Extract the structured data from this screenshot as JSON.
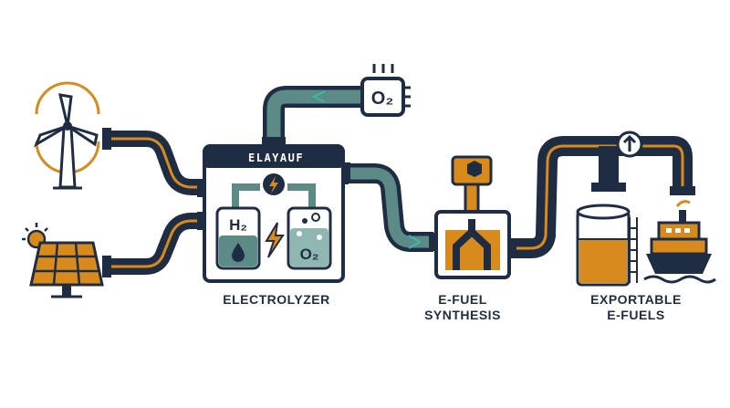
{
  "colors": {
    "navy": "#1f2d44",
    "orange": "#d98a1c",
    "teal": "#5c8a87",
    "teal_light": "#8fb6b0",
    "arrow_teal": "#3fb7ad",
    "bg": "#ffffff"
  },
  "icons": [
    "wind-turbine-icon",
    "solar-panel-icon",
    "o2-sensor-icon",
    "lightning-icon",
    "water-drop-icon",
    "export-arrow-icon",
    "storage-tank-icon",
    "cargo-ship-icon"
  ],
  "electrolyzer": {
    "header": "ELAYAUF",
    "h2_label": "H₂",
    "o2_label": "O₂",
    "name": "ELECTROLYZER"
  },
  "o2_output": {
    "label": "O₂"
  },
  "synthesis": {
    "line1": "E-FUEL",
    "line2": "SYNTHESIS"
  },
  "export": {
    "line1": "EXPORTABLE",
    "line2": "E-FUELS"
  }
}
